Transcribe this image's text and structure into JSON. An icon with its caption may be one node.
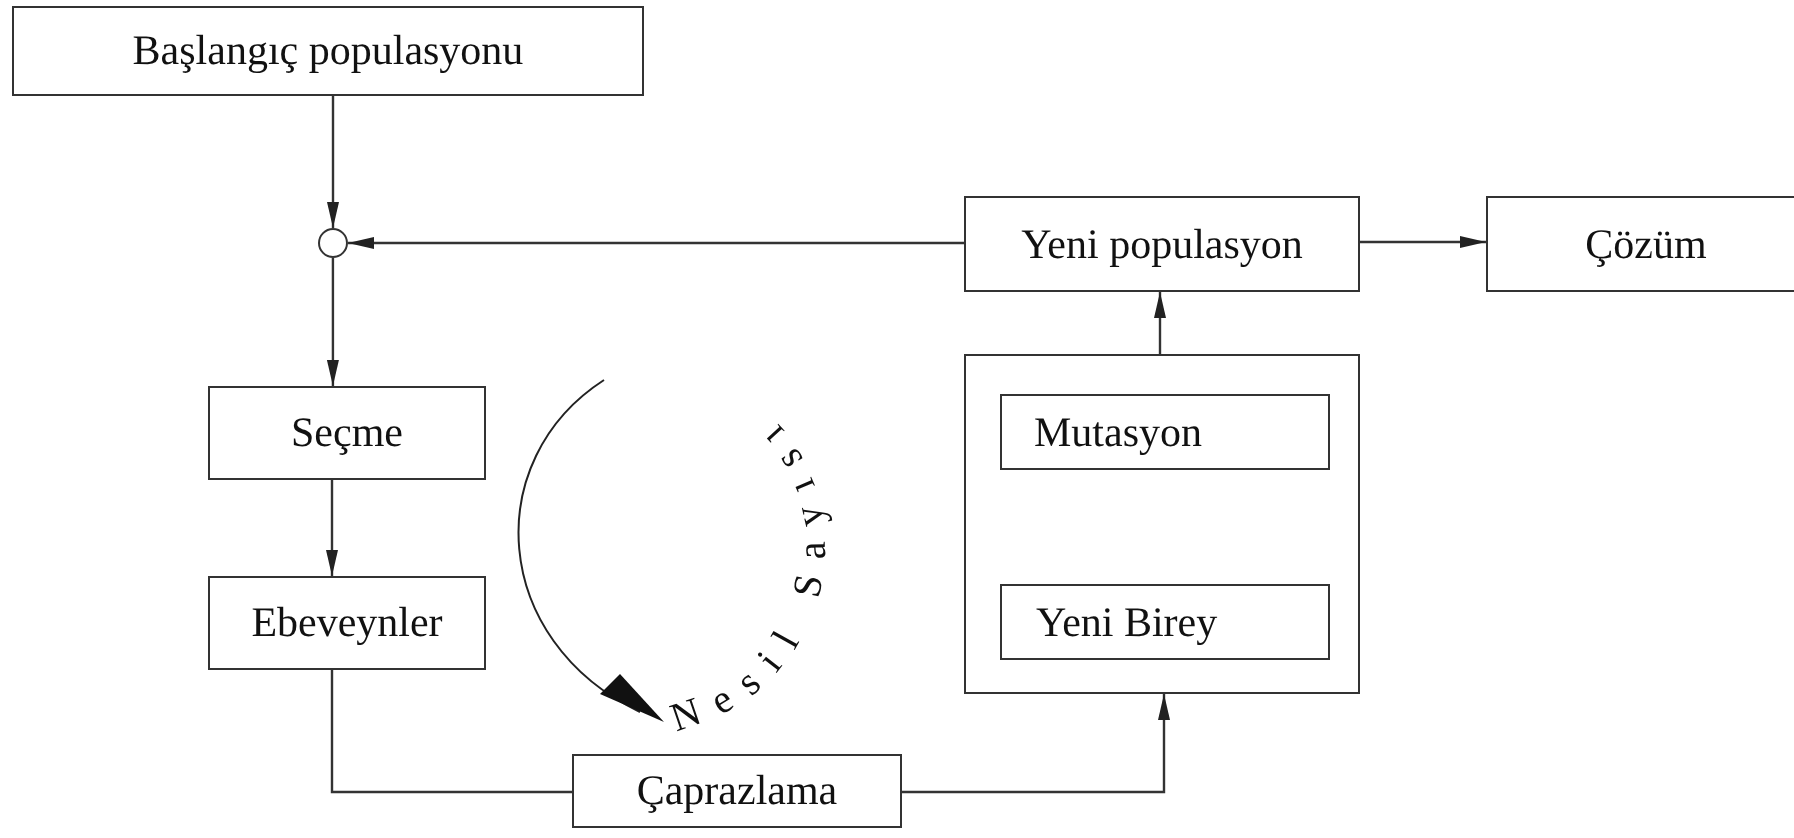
{
  "diagram": {
    "nodes": [
      {
        "text": [
          "Başlangıç populasyonu"
        ]
      },
      {
        "text": [],
        "shape": "circle"
      },
      {
        "text": [
          "Yeni populasyon"
        ]
      },
      {
        "text": [
          "Çözüm"
        ]
      },
      {
        "text": [
          "Seçme"
        ]
      },
      {
        "text": [
          "Ebeveynler"
        ]
      },
      {
        "text": [
          "Çaprazlama"
        ]
      },
      {
        "text": [],
        "shape": "box"
      },
      {
        "text": [
          "Mutasyon"
        ],
        "in": 7
      },
      {
        "text": [
          "Yeni Birey"
        ],
        "in": 7
      }
    ],
    "edges": [
      {
        "from": 0,
        "to": 1,
        "arrow": "to"
      },
      {
        "from": 2,
        "to": 1,
        "arrow": "to"
      },
      {
        "from": 1,
        "to": 4,
        "arrow": "to"
      },
      {
        "from": 4,
        "to": 5,
        "arrow": "to"
      },
      {
        "from": 5,
        "to": 6,
        "arrow": "none"
      },
      {
        "from": 6,
        "to": 7,
        "arrow": "to"
      },
      {
        "from": 7,
        "to": 2,
        "arrow": "to"
      },
      {
        "from": 2,
        "to": 3,
        "arrow": "to"
      }
    ],
    "labels": [
      "Nesil Sayısı"
    ]
  }
}
